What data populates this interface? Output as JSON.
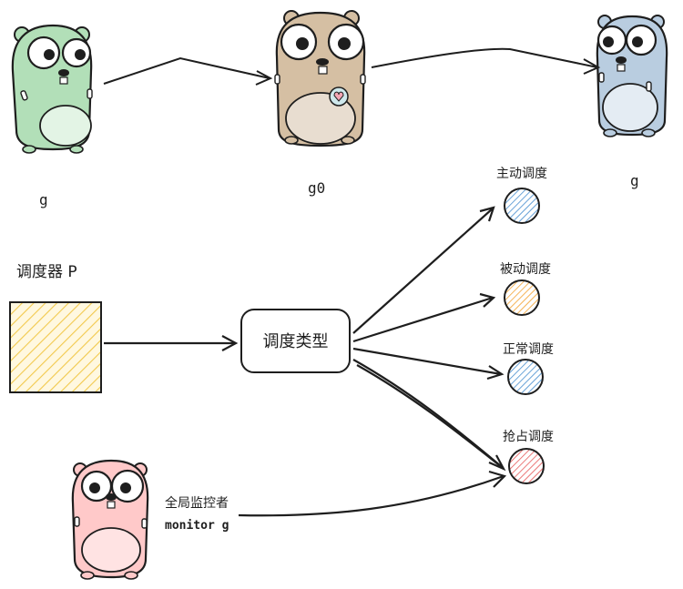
{
  "gophers": {
    "left_label": "g",
    "middle_label": "g0",
    "right_label": "g"
  },
  "processor": {
    "label": "调度器 P"
  },
  "dispatcher": {
    "label": "调度类型"
  },
  "schedule_types": [
    {
      "label": "主动调度",
      "color": "#1971c2"
    },
    {
      "label": "被动调度",
      "color": "#f08c00"
    },
    {
      "label": "正常调度",
      "color": "#1971c2"
    },
    {
      "label": "抢占调度",
      "color": "#e03131"
    }
  ],
  "monitor": {
    "label_line1": "全局监控者",
    "label_line2": "monitor g"
  },
  "colors": {
    "gopher_green": "#b2dfb8",
    "gopher_tan": "#d5bfa3",
    "gopher_blue": "#b9cde0",
    "gopher_pink": "#ffc9c9",
    "processor_hatch": "#f2c94c",
    "stroke": "#1e1e1e"
  }
}
